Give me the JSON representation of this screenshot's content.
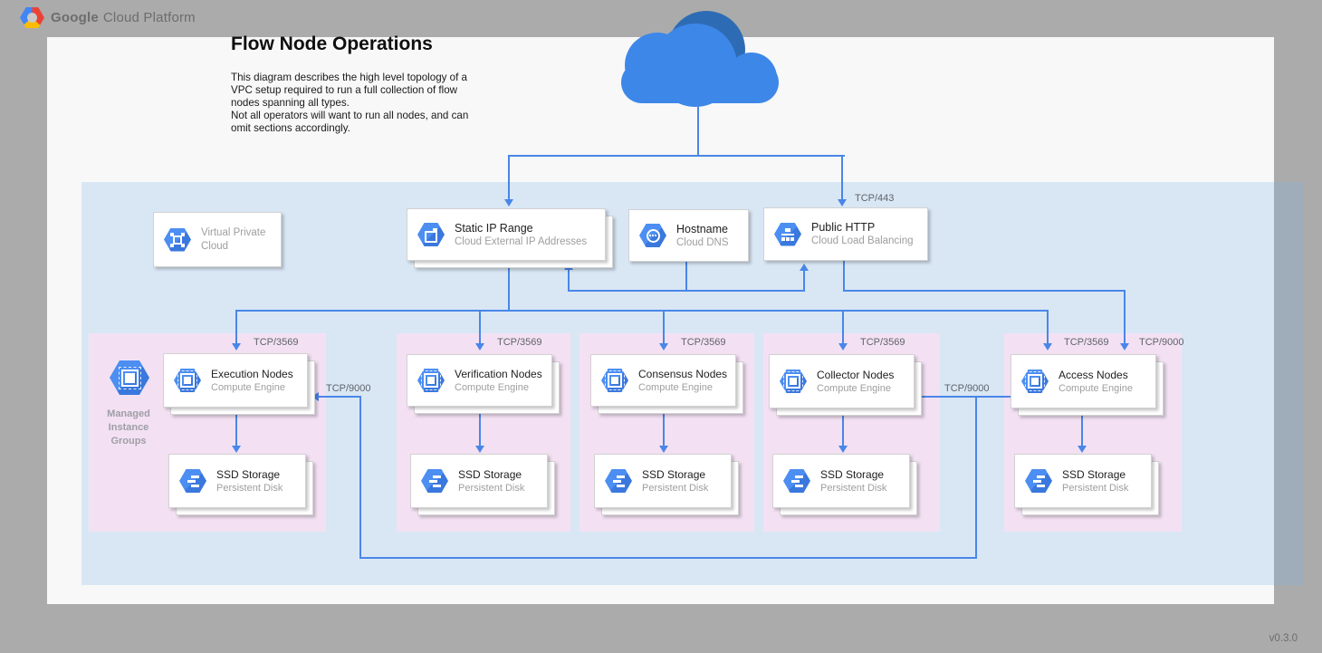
{
  "header": {
    "brand_bold": "Google",
    "brand_light": "Cloud Platform"
  },
  "doc": {
    "title": "Flow Node Operations",
    "description_1": "This diagram describes the high level topology of a VPC setup required to run a full collection of flow nodes spanning all types.",
    "description_2": "Not all operators will want to run all nodes, and can omit sections accordingly.",
    "version": "v0.3.0"
  },
  "vpc": {
    "label": "Virtual Private Cloud"
  },
  "services": {
    "static_ip": {
      "title": "Static IP Range",
      "subtitle": "Cloud External IP Addresses"
    },
    "hostname": {
      "title": "Hostname",
      "subtitle": "Cloud DNS"
    },
    "public_http": {
      "title": "Public HTTP",
      "subtitle": "Cloud Load Balancing"
    }
  },
  "mig": {
    "label": "Managed Instance Groups"
  },
  "ports": {
    "https": "TCP/443",
    "flow": "TCP/3569",
    "access": "TCP/9000"
  },
  "groups": [
    {
      "title": "Execution Nodes",
      "subtitle": "Compute Engine",
      "storage_title": "SSD Storage",
      "storage_subtitle": "Persistent Disk"
    },
    {
      "title": "Verification Nodes",
      "subtitle": "Compute Engine",
      "storage_title": "SSD Storage",
      "storage_subtitle": "Persistent Disk"
    },
    {
      "title": "Consensus Nodes",
      "subtitle": "Compute Engine",
      "storage_title": "SSD Storage",
      "storage_subtitle": "Persistent Disk"
    },
    {
      "title": "Collector Nodes",
      "subtitle": "Compute Engine",
      "storage_title": "SSD Storage",
      "storage_subtitle": "Persistent Disk"
    },
    {
      "title": "Access Nodes",
      "subtitle": "Compute Engine",
      "storage_title": "SSD Storage",
      "storage_subtitle": "Persistent Disk"
    }
  ],
  "colors": {
    "accent_blue": "#4a86e8",
    "icon_blue": "#4285f4",
    "vpc_fill": "#d9e7f5",
    "group_fill": "#f3e1f3",
    "cloud_front": "#3d87e8",
    "cloud_back": "#2d6cb5",
    "background": "#ababab"
  }
}
